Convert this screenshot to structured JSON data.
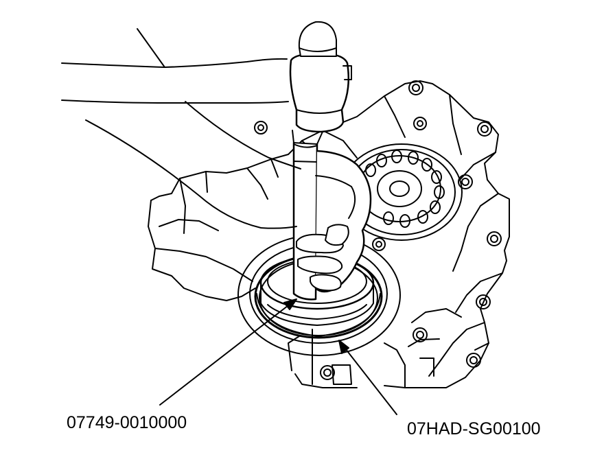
{
  "diagram": {
    "callouts": [
      {
        "id": "driver-handle",
        "text": "07749-0010000"
      },
      {
        "id": "oil-seal-driver",
        "text": "07HAD-SG00100"
      }
    ],
    "colors": {
      "line": "#000000",
      "background": "#ffffff"
    }
  }
}
